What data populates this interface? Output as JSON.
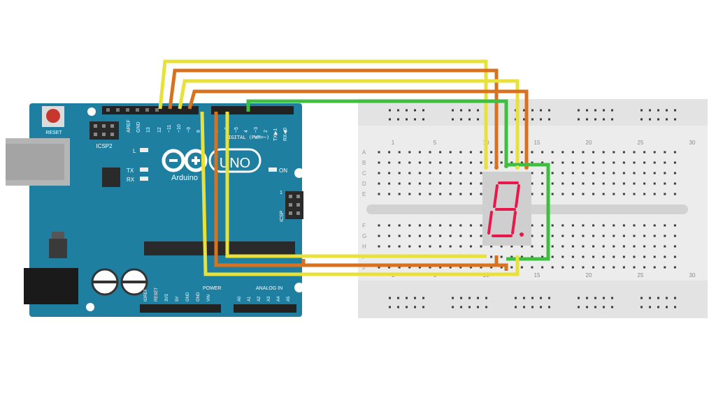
{
  "board": {
    "reset_label": "RESET",
    "icsp2_label": "ICSP2",
    "logo_text": "UNO",
    "brand": "Arduino",
    "led_l": "L",
    "led_tx": "TX",
    "led_rx": "RX",
    "on_label": "ON",
    "icsp_label": "ICSP",
    "icsp_pin1": "1",
    "digital_label": "DIGITAL (PWM=~)",
    "power_label": "POWER",
    "analog_label": "ANALOG IN",
    "aref": "AREF",
    "gnd": "GND",
    "digital_pins_left": [
      "13",
      "12",
      "~11",
      "~10",
      "~9",
      "8"
    ],
    "digital_pins_right": [
      "7",
      "~6",
      "~5",
      "4",
      "~3",
      "2",
      "TX▶1",
      "RX◀0"
    ],
    "power_pins": [
      "IOREF",
      "RESET",
      "3V3",
      "5V",
      "GND",
      "GND",
      "VIN"
    ],
    "analog_pins": [
      "A0",
      "A1",
      "A2",
      "A3",
      "A4",
      "A5"
    ]
  },
  "breadboard": {
    "column_numbers": [
      "1",
      "5",
      "10",
      "15",
      "20",
      "25",
      "30"
    ],
    "row_letters_top": [
      "A",
      "B",
      "C",
      "D",
      "E"
    ],
    "row_letters_bottom": [
      "F",
      "G",
      "H",
      "I",
      "J"
    ]
  },
  "display": {
    "digit": "8.",
    "segment_color": "#e8184a"
  },
  "colors": {
    "board": "#1f7fa0",
    "wire_yellow": "#e8e13a",
    "wire_orange": "#d9721f",
    "wire_green": "#3fbf3f"
  }
}
